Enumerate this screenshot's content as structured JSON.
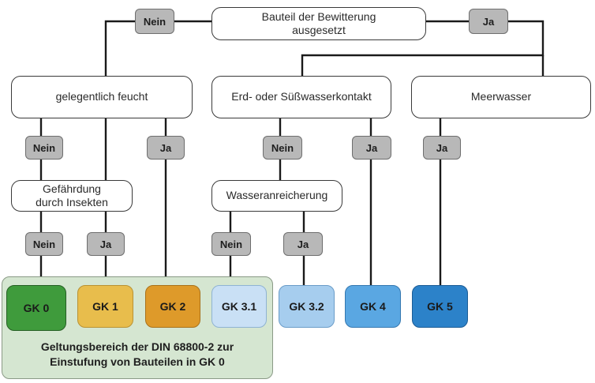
{
  "decision_boxes": {
    "exposed": "Bauteil der Bewitterung\nausgesetzt",
    "occasionally_moist": "gelegentlich feucht",
    "earth_freshwater": "Erd- oder Süßwasserkontakt",
    "seawater": "Meerwasser",
    "insects": "Gefährdung\ndurch Insekten",
    "water_accumulation": "Wasseranreicherung"
  },
  "answers": {
    "no": "Nein",
    "yes": "Ja"
  },
  "classes": [
    {
      "label": "GK 0",
      "color": "#3f9b3c",
      "border": "#265f24"
    },
    {
      "label": "GK 1",
      "color": "#e8bd4c",
      "border": "#b99233"
    },
    {
      "label": "GK 2",
      "color": "#de9a2a",
      "border": "#a9711a"
    },
    {
      "label": "GK 3.1",
      "color": "#c9e0f5",
      "border": "#8fb3d3"
    },
    {
      "label": "GK 3.2",
      "color": "#a6cdee",
      "border": "#6a9cc8"
    },
    {
      "label": "GK 4",
      "color": "#5aa7e2",
      "border": "#3578b0"
    },
    {
      "label": "GK 5",
      "color": "#2c82c9",
      "border": "#1c5c95"
    }
  ],
  "scope_note": "Geltungsbereich der DIN 68800-2 zur\nEinstufung von Bauteilen in GK 0",
  "colors": {
    "scope_background": "#d5e6d1",
    "tag_background": "#b8b8b8",
    "connector": "#1a1a1a"
  }
}
